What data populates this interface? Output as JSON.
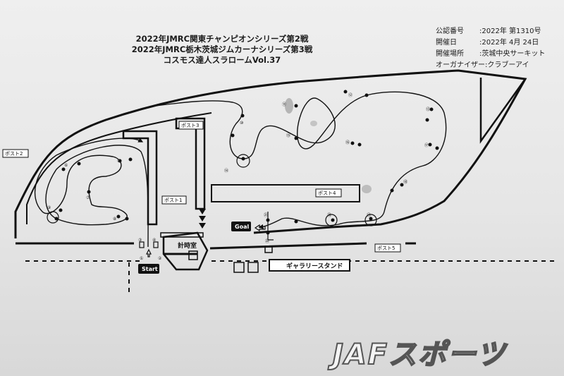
{
  "header": {
    "title_line1": "2022年JMRC関東チャンピオンシリーズ第2戦",
    "title_line2": "2022年JMRC栃木茨城ジムカーナシリーズ第3戦",
    "title_line3": "コスモス達人スラロームVol.37"
  },
  "info": {
    "official_label": "公認番号",
    "official_value": ":2022年 第1310号",
    "date_label": "開催日",
    "date_value": ":2022年 4月 24日",
    "venue_label": "開催場所",
    "venue_value": ":茨城中央サーキット",
    "organizer_label": "オーガナイザー",
    "organizer_value": ":クラブーアイ"
  },
  "posts": {
    "post1": "ポスト1",
    "post2": "ポスト2",
    "post3": "ポスト3",
    "post4": "ポスト4",
    "post5": "ポスト5"
  },
  "facilities": {
    "timing_room": "計時室",
    "gallery_stand": "ギャラリースタンド",
    "start": "Start",
    "goal": "Goal"
  },
  "markers": [
    "①",
    "②",
    "③",
    "④",
    "⑤",
    "⑥",
    "⑦",
    "⑧",
    "⑨",
    "⑩",
    "⑪",
    "⑫",
    "⑬",
    "⑭",
    "⑮",
    "⑯",
    "⑰",
    "⑱",
    "⑲",
    "⑳",
    "㉑",
    "㉒"
  ],
  "watermark": "JAFスポーツ",
  "colors": {
    "ink": "#111111",
    "paper": "#ececec",
    "block": "#111111"
  }
}
